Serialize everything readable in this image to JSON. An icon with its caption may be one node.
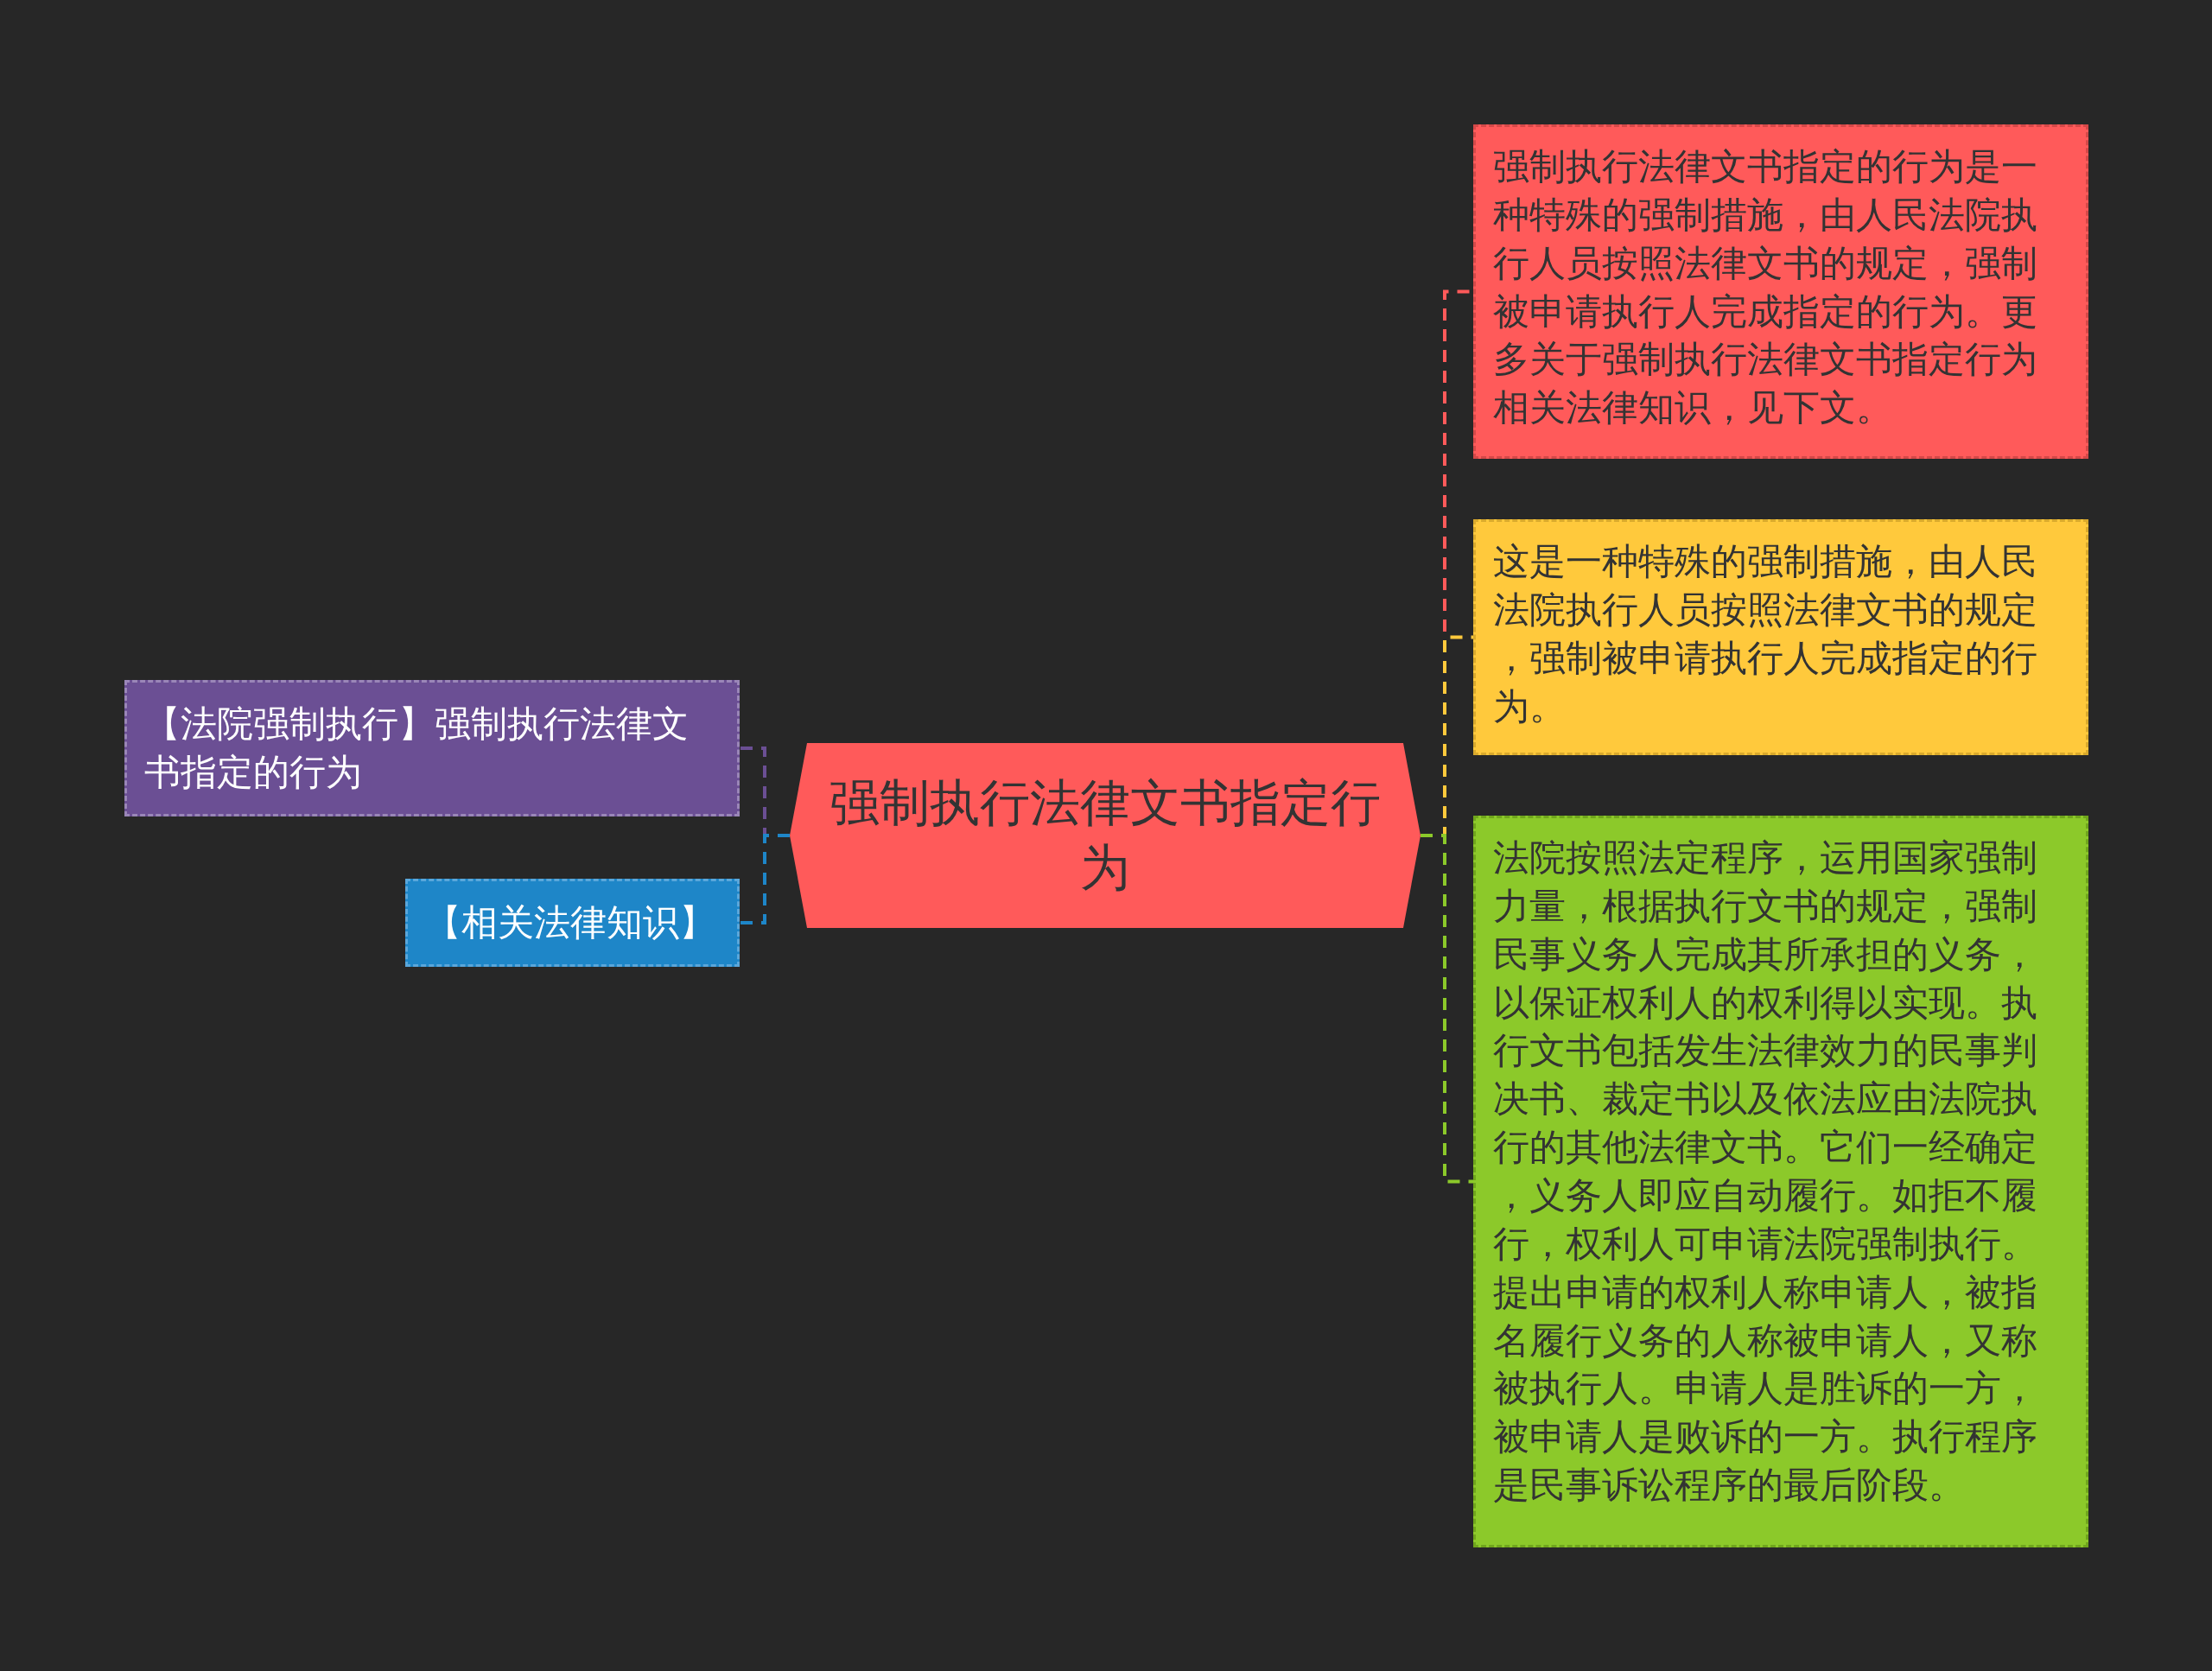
{
  "diagram": {
    "nodes": [
      {
        "text": [
          "强制执行法律文书指定行为"
        ]
      },
      {
        "text": [
          "强制执行法律文书指定的行为是一种特殊的强制措施，由人民法院执行人员按照法律文书的规定，强制被申请执行人完成指定的行为。更多关于强制执行法律文书指定行为相关法律知识，见下文。"
        ]
      },
      {
        "text": [
          "这是一种特殊的强制措施，由人民法院执行人员按照法律文书的规定，强制被申请执行人完成指定的行为。"
        ]
      },
      {
        "text": [
          "法院按照法定程序，运用国家强制力量，根据执行文书的规定，强制民事义务人完成其所承担的义务，以保证权利人的权利得以实现。执行文书包括发生法律效力的民事判决书、裁定书以及依法应由法院执行的其他法律文书。它们一经确定，义务人即应自动履行。如拒不履行，权利人可申请法院强制执行。提出申请的权利人称申请人，被指名履行义务的人称被申请人，又称被执行人。申请人是胜诉的一方，被申请人是败诉的一方。执行程序是民事诉讼程序的最后阶段。"
        ]
      },
      {
        "text": [
          "【法院强制执行】强制执行法律文书指定的行为"
        ]
      },
      {
        "text": [
          "【相关法律知识】"
        ]
      }
    ],
    "edges": [
      {
        "from": 0,
        "to": 1,
        "arrow": "none",
        "style": "dashed",
        "color": "#ff5a5a"
      },
      {
        "from": 0,
        "to": 2,
        "arrow": "none",
        "style": "dashed",
        "color": "#ffc93c"
      },
      {
        "from": 0,
        "to": 3,
        "arrow": "none",
        "style": "dashed",
        "color": "#8cc92a"
      },
      {
        "from": 0,
        "to": 4,
        "arrow": "none",
        "style": "dashed",
        "color": "#6b4f94"
      },
      {
        "from": 0,
        "to": 5,
        "arrow": "none",
        "style": "dashed",
        "color": "#1e86c8"
      }
    ]
  }
}
